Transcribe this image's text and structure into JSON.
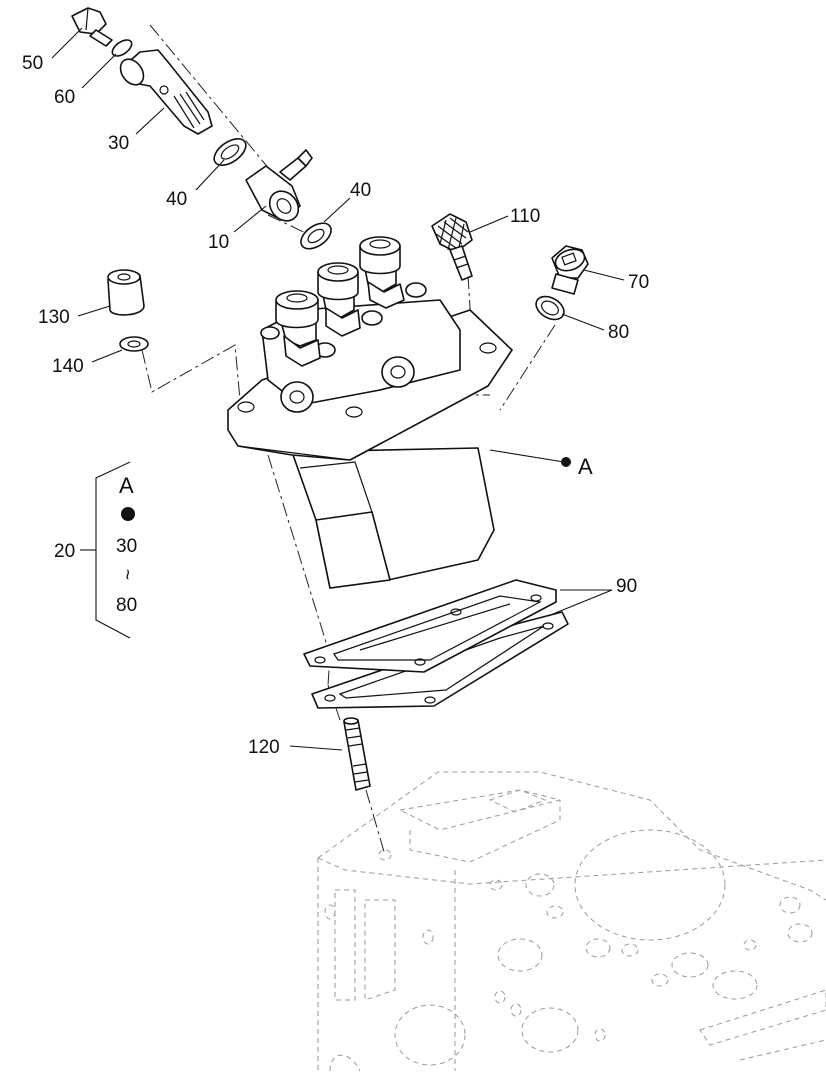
{
  "callouts": {
    "c10": "10",
    "c30": "30",
    "c40a": "40",
    "c40b": "40",
    "c50": "50",
    "c60": "60",
    "c70": "70",
    "c80": "80",
    "c90": "90",
    "c110": "110",
    "c120": "120",
    "c130": "130",
    "c140": "140",
    "ref_a": "A"
  },
  "kit_note": {
    "item": "20",
    "letter": "A",
    "range_start": "30",
    "range_sep": "~",
    "range_end": "80"
  }
}
